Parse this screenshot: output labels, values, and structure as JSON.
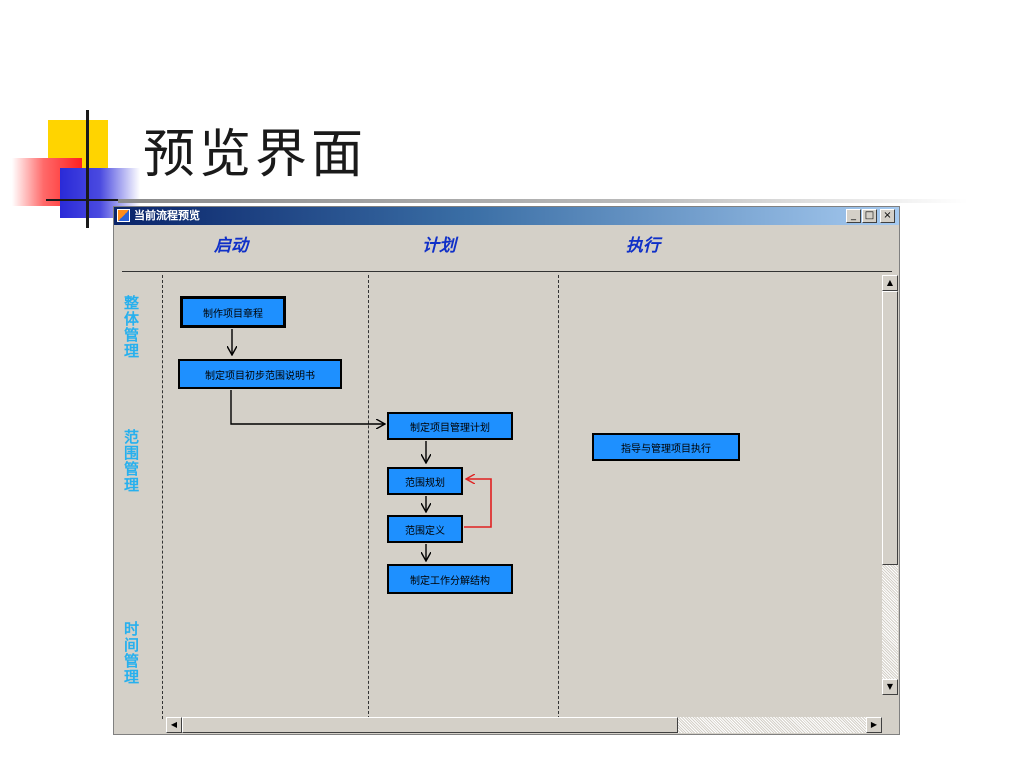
{
  "slide": {
    "title": "预览界面"
  },
  "window": {
    "title": "当前流程预览",
    "icon": "app-flow-icon",
    "controls": {
      "minimize": "_",
      "maximize": "□",
      "close": "×"
    }
  },
  "phases": [
    "启动",
    "计划",
    "执行"
  ],
  "lanes": [
    "整体管理",
    "范围管理",
    "时间管理"
  ],
  "tasks": {
    "charter": "制作项目章程",
    "prelim_scope": "制定项目初步范围说明书",
    "pm_plan": "制定项目管理计划",
    "scope_planning": "范围规划",
    "scope_definition": "范围定义",
    "wbs": "制定工作分解结构",
    "direct_manage": "指导与管理项目执行"
  },
  "scrollbars": {
    "up": "▲",
    "down": "▼",
    "left": "◀",
    "right": "▶"
  },
  "colors": {
    "task_fill": "#1e90ff",
    "phase_text": "#1030c8",
    "lane_text": "#27b0ee",
    "feedback_arrow": "#e02020",
    "window_bg": "#d4d0c8"
  }
}
